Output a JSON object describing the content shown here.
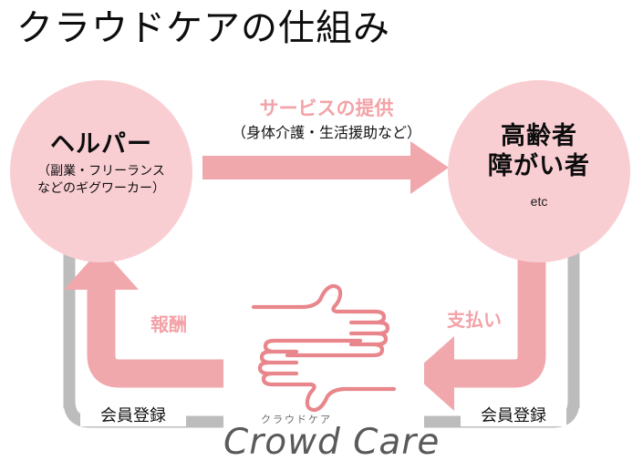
{
  "page": {
    "title": "クラウドケアの仕組み"
  },
  "colors": {
    "circle_fill": "#f9ced3",
    "arrow_pink": "#f0a8ad",
    "label_pink": "#f3a2a8",
    "path_gray": "#bcbcbc",
    "text_dark": "#0d0d0d",
    "logo_line": "#e8868c",
    "logo_text": "#5a5a5a",
    "background": "#ffffff"
  },
  "nodes": {
    "helper": {
      "title": "ヘルパー",
      "subtitle_line1": "（副業・フリーランス",
      "subtitle_line2": "などのギグワーカー）"
    },
    "client": {
      "title_line1": "高齢者",
      "title_line2": "障がい者",
      "etc": "etc"
    }
  },
  "flows": {
    "service": {
      "label": "サービスの提供",
      "sublabel": "（身体介護・生活援助など）",
      "direction": "helper-to-client"
    },
    "payment": {
      "label": "支払い",
      "direction": "client-to-platform"
    },
    "reward": {
      "label": "報酬",
      "direction": "platform-to-helper"
    },
    "register_left": {
      "label": "会員登録"
    },
    "register_right": {
      "label": "会員登録"
    }
  },
  "logo": {
    "furigana": "クラウドケア",
    "wordmark": "Crowd Care",
    "mark": "two-interlocking-hands"
  }
}
